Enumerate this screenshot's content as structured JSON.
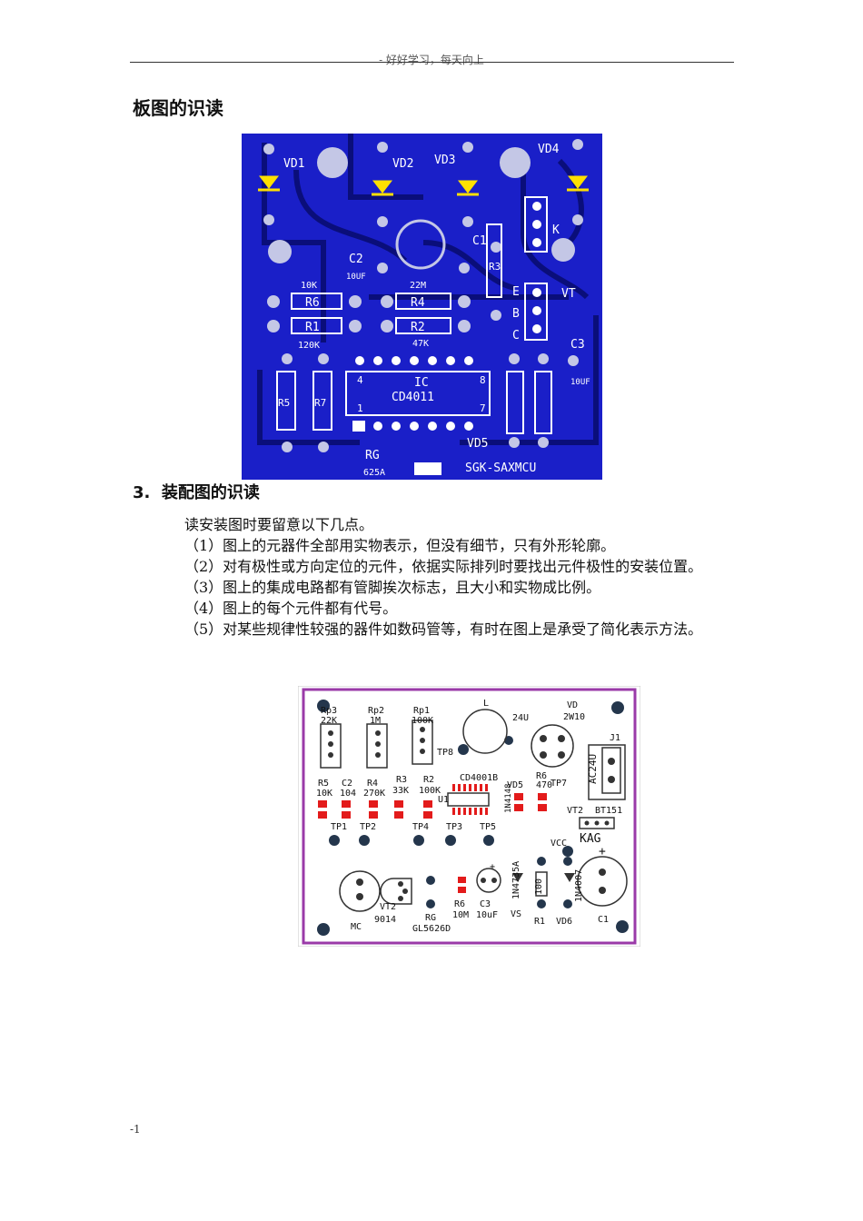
{
  "header": {
    "text": "- 好好学习，每天向上"
  },
  "section1": {
    "title": "板图的识读"
  },
  "pcb_figure": {
    "labels": {
      "vd1": "VD1",
      "vd2": "VD2",
      "vd3": "VD3",
      "vd4": "VD4",
      "c1": "C1",
      "c2": "C2",
      "c2v": "10UF",
      "c3": "C3",
      "c3v": "10UF",
      "r6v": "10K",
      "r6": "R6",
      "r1": "R1",
      "r1v": "120K",
      "r4v": "22M",
      "r4": "R4",
      "r2": "R2",
      "r2v": "47K",
      "r3": "R3",
      "r5": "R5",
      "r7": "R7",
      "ic_pin4": "4",
      "ic": "IC",
      "ic_pin8": "8",
      "ic_name": "CD4011",
      "ic_pin1": "1",
      "ic_pin7": "7",
      "e": "E",
      "b": "B",
      "c": "C",
      "k": "K",
      "vt": "VT",
      "vd5": "VD5",
      "rg": "RG",
      "rgv": "625A",
      "brand": "SGK-SAXMCU"
    }
  },
  "section2": {
    "number": "3.",
    "title": "装配图的识读"
  },
  "paragraphs": [
    "读安装图时要留意以下几点。",
    "（1）图上的元器件全部用实物表示，但没有细节，只有外形轮廓。",
    "（2）对有极性或方向定位的元件，依据实际排列时要找出元件极性的安装位置。",
    "（3）图上的集成电路都有管脚挨次标志，且大小和实物成比例。",
    "（4）图上的每个元件都有代号。",
    "（5）对某些规律性较强的器件如数码管等，有时在图上是承受了简化表示方法。"
  ],
  "assembly_figure": {
    "labels": {
      "rp3": "Rp3",
      "rp3v": "22K",
      "rp2": "Rp2",
      "rp2v": "1M",
      "rp1": "Rp1",
      "rp1v": "100K",
      "l": "L",
      "v24": "24U",
      "vd": "VD",
      "w10": "2W10",
      "j1": "J1",
      "tp8": "TP8",
      "cd4001": "CD4001B",
      "u1": "U1",
      "r5": "R5",
      "r5v": "10K",
      "c2": "C2",
      "c2v": "104",
      "r4": "R4",
      "r4v": "270K",
      "r3": "R3",
      "r3v": "33K",
      "r2": "R2",
      "r2v": "100K",
      "vd5": "VD5",
      "n4148": "1N4148",
      "r6": "R6",
      "r6v": "470",
      "tp7": "TP7",
      "ac24v": "AC24U",
      "vt2": "VT2",
      "bt151": "BT151",
      "kag": "KAG",
      "vcc": "VCC",
      "tp1": "TP1",
      "tp2": "TP2",
      "tp4": "TP4",
      "tp3": "TP3",
      "tp5": "TP5",
      "mc": "MC",
      "vt2b": "VT2",
      "s9014": "9014",
      "rg": "RG",
      "gl": "GL5626D",
      "r6b": "R6",
      "r6bv": "10M",
      "c3": "C3",
      "c3v": "10uF",
      "n4735": "1N4735A",
      "vs": "VS",
      "r100": "100",
      "r1": "R1",
      "n4007": "1N4007",
      "vd6": "VD6",
      "c1": "C1",
      "plus1": "+",
      "plus2": "+"
    }
  },
  "footer": {
    "mark": "-1"
  }
}
